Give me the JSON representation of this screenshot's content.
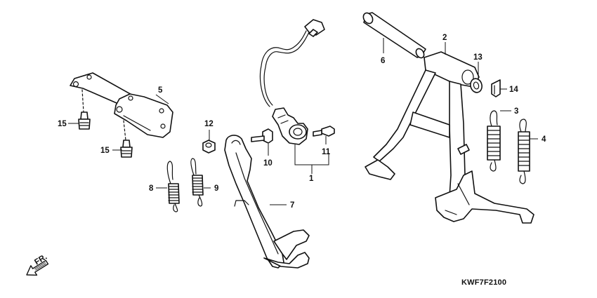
{
  "callouts": {
    "c1": "1",
    "c2": "2",
    "c3": "3",
    "c4": "4",
    "c5": "5",
    "c6": "6",
    "c7": "7",
    "c8": "8",
    "c9": "9",
    "c10": "10",
    "c11": "11",
    "c12": "12",
    "c13": "13",
    "c14": "14",
    "c15a": "15",
    "c15b": "15"
  },
  "direction_label": "FR.",
  "diagram_code": "KWF7F2100"
}
